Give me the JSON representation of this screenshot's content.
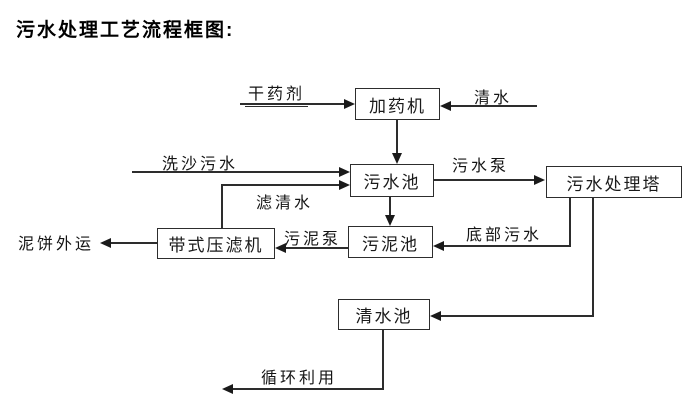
{
  "title": "污水处理工艺流程框图:",
  "diagram": {
    "nodes": [
      {
        "id": "dosing-machine",
        "label": "加药机"
      },
      {
        "id": "sewage-pool",
        "label": "污水池"
      },
      {
        "id": "treatment-tower",
        "label": "污水处理塔"
      },
      {
        "id": "sludge-pool",
        "label": "污泥池"
      },
      {
        "id": "belt-filter-press",
        "label": "带式压滤机"
      },
      {
        "id": "clear-water-pool",
        "label": "清水池"
      }
    ],
    "flow_labels": [
      {
        "id": "dry-agent",
        "label": "干药剂"
      },
      {
        "id": "clear-water-in",
        "label": "清水"
      },
      {
        "id": "sand-wash-sewage",
        "label": "洗沙污水"
      },
      {
        "id": "sewage-pump",
        "label": "污水泵"
      },
      {
        "id": "filtered-water",
        "label": "滤清水"
      },
      {
        "id": "sludge-pump",
        "label": "污泥泵"
      },
      {
        "id": "bottom-sewage",
        "label": "底部污水"
      },
      {
        "id": "mud-cake-out",
        "label": "泥饼外运"
      },
      {
        "id": "recycle-use",
        "label": "循环利用"
      }
    ],
    "edges": [
      {
        "from": "干药剂",
        "to": "加药机"
      },
      {
        "from": "清水",
        "to": "加药机"
      },
      {
        "from": "加药机",
        "to": "污水池"
      },
      {
        "from": "洗沙污水",
        "to": "污水池"
      },
      {
        "from": "带式压滤机",
        "to": "污水池",
        "label": "滤清水"
      },
      {
        "from": "污水池",
        "to": "污水处理塔",
        "label": "污水泵"
      },
      {
        "from": "污水池",
        "to": "污泥池"
      },
      {
        "from": "污水处理塔",
        "to": "污泥池",
        "label": "底部污水"
      },
      {
        "from": "污泥池",
        "to": "带式压滤机",
        "label": "污泥泵"
      },
      {
        "from": "带式压滤机",
        "to": "泥饼外运"
      },
      {
        "from": "污水处理塔",
        "to": "清水池"
      },
      {
        "from": "清水池",
        "to": "循环利用"
      }
    ],
    "line_color": "#2d2d2d",
    "background_color": "#ffffff"
  }
}
